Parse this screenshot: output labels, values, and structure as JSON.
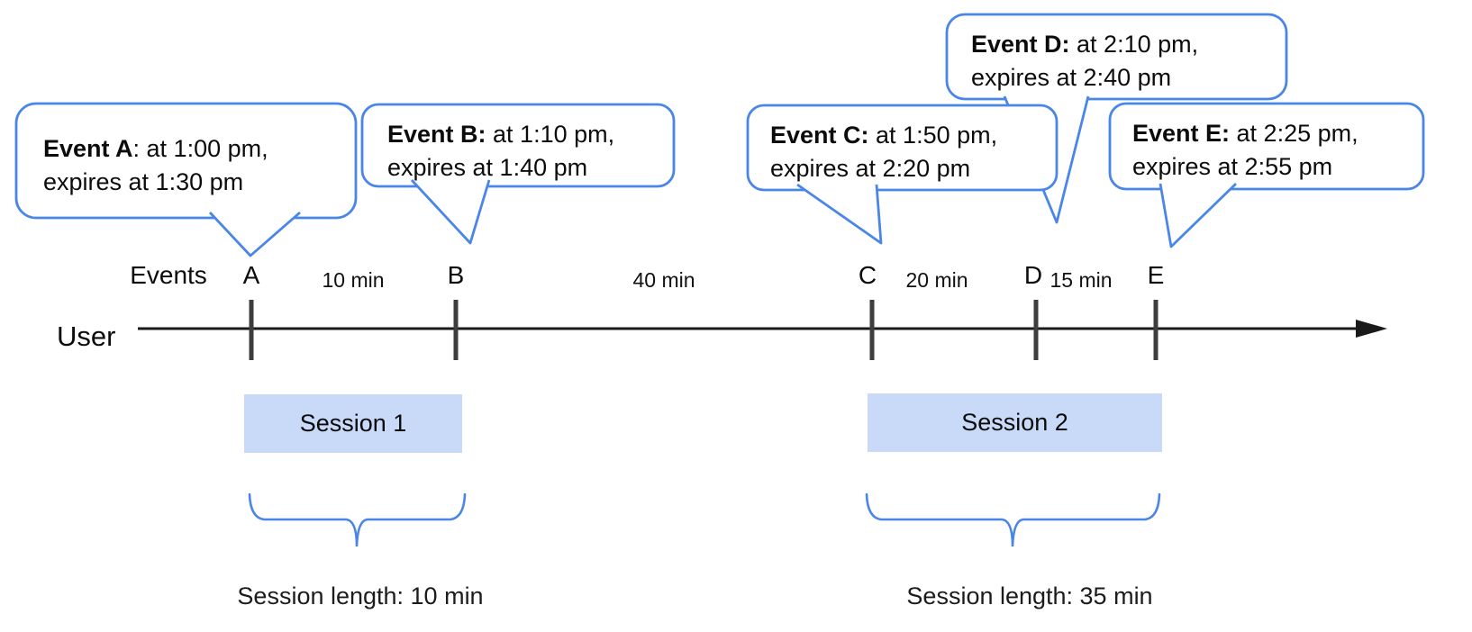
{
  "diagram": {
    "user_lane_label": "User",
    "events_axis_label": "Events",
    "events": [
      {
        "tick_label": "A",
        "callout_title": "Event A",
        "callout_line1_rest": ": at 1:00 pm,",
        "callout_line2": "expires at 1:30 pm"
      },
      {
        "tick_label": "B",
        "callout_title": "Event B:",
        "callout_line1_rest": " at 1:10 pm,",
        "callout_line2": "expires at 1:40 pm"
      },
      {
        "tick_label": "C",
        "callout_title": "Event C:",
        "callout_line1_rest": " at 1:50 pm,",
        "callout_line2": "expires at 2:20 pm"
      },
      {
        "tick_label": "D",
        "callout_title": "Event D:",
        "callout_line1_rest": " at 2:10 pm,",
        "callout_line2": "expires at 2:40 pm"
      },
      {
        "tick_label": "E",
        "callout_title": "Event E:",
        "callout_line1_rest": " at 2:25 pm,",
        "callout_line2": "expires at 2:55 pm"
      }
    ],
    "gaps": [
      {
        "label": "10 min"
      },
      {
        "label": "40 min"
      },
      {
        "label": "20 min"
      },
      {
        "label": "15 min"
      }
    ],
    "sessions": [
      {
        "label": "Session 1",
        "length_label": "Session length: 10 min"
      },
      {
        "label": "Session 2",
        "length_label": "Session length: 35 min"
      }
    ],
    "colors": {
      "accent_blue": "#4a86e8",
      "session_fill": "#c9daf8",
      "timeline_black": "#1a1a1a",
      "tick_gray": "#3d3d3d"
    }
  }
}
